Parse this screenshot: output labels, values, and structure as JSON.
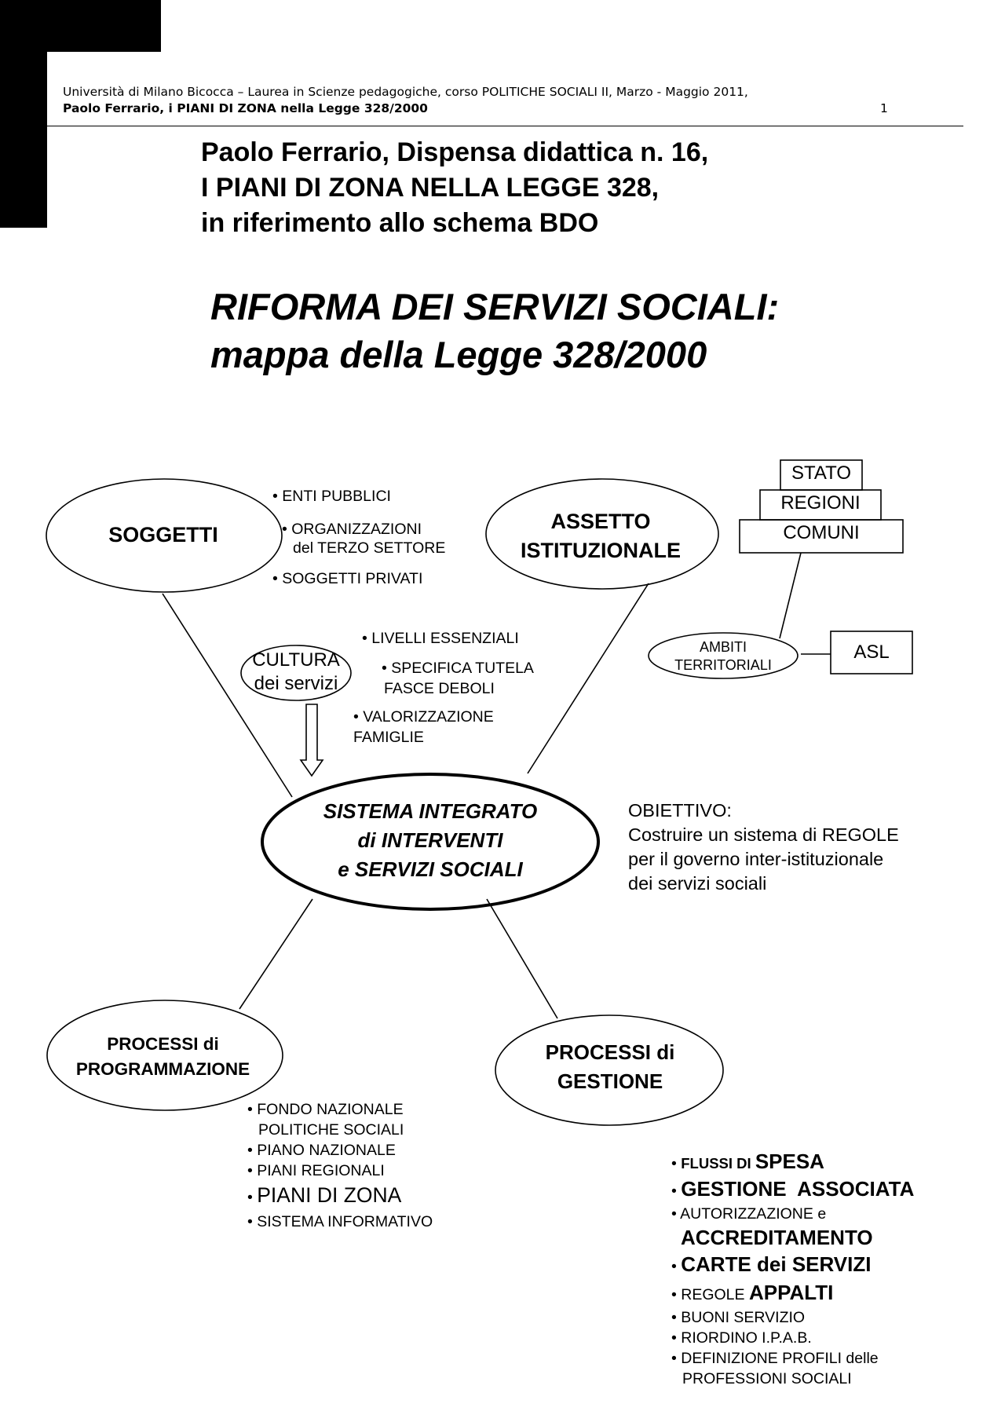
{
  "header": {
    "line1": "Università di Milano Bicocca – Laurea in Scienze pedagogiche, corso POLITICHE SOCIALI II, Marzo - Maggio 2011,",
    "line2": "Paolo Ferrario, i PIANI DI ZONA nella Legge 328/2000",
    "page_number": "1"
  },
  "title": {
    "line1": "Paolo Ferrario, Dispensa didattica n. 16,",
    "line2": "I PIANI DI ZONA NELLA LEGGE 328,",
    "line3": "in riferimento allo schema BDO"
  },
  "map_title": {
    "line1": "RIFORMA DEI SERVIZI SOCIALI:",
    "line2": "mappa della Legge 328/2000"
  },
  "nodes": {
    "soggetti": "SOGGETTI",
    "assetto_line1": "ASSETTO",
    "assetto_line2": "ISTITUZIONALE",
    "sistema_line1": "SISTEMA INTEGRATO",
    "sistema_line2": "di INTERVENTI",
    "sistema_line3": "e SERVIZI SOCIALI",
    "programmazione_line1": "PROCESSI di",
    "programmazione_line2": "PROGRAMMAZIONE",
    "gestione_line1": "PROCESSI di",
    "gestione_line2": "GESTIONE",
    "cultura_line1": "CULTURA",
    "cultura_line2": "dei servizi",
    "ambiti_line1": "AMBITI",
    "ambiti_line2": "TERRITORIALI"
  },
  "boxes": {
    "stato": "STATO",
    "regioni": "REGIONI",
    "comuni": "COMUNI",
    "asl": "ASL"
  },
  "soggetti_list": {
    "item1": "• ENTI PUBBLICI",
    "item2_line1": "• ORGANIZZAZIONI",
    "item2_line2": "del TERZO SETTORE",
    "item3": "• SOGGETTI PRIVATI"
  },
  "cultura_list": {
    "item1": "• LIVELLI ESSENZIALI",
    "item2_line1": "• SPECIFICA TUTELA",
    "item2_line2": "FASCE DEBOLI",
    "item3_line1": "• VALORIZZAZIONE",
    "item3_line2": "FAMIGLIE"
  },
  "objective": {
    "label": "OBIETTIVO:",
    "line1": "Costruire un sistema di REGOLE",
    "line2": "per il governo inter-istituzionale",
    "line3": "dei servizi sociali"
  },
  "programmazione_list": {
    "item1_line1": "• FONDO NAZIONALE",
    "item1_line2": "POLITICHE SOCIALI",
    "item2": "• PIANO NAZIONALE",
    "item3": "• PIANI REGIONALI",
    "item4_bullet": "• ",
    "item4_text": "PIANI DI ZONA",
    "item5": "• SISTEMA INFORMATIVO"
  },
  "gestione_list": {
    "item1_bullet": "• ",
    "item1_small": "FLUSSI DI ",
    "item1_big": "SPESA",
    "item2_bullet": "• ",
    "item2_text": "GESTIONE  ASSOCIATA",
    "item3_line1": "• AUTORIZZAZIONE e",
    "item3_line2": "ACCREDITAMENTO",
    "item4_bullet": "• ",
    "item4_text": "CARTE dei SERVIZI",
    "item5_small": "• REGOLE ",
    "item5_big": "APPALTI",
    "item6": "• BUONI SERVIZIO",
    "item7": "• RIORDINO I.P.A.B.",
    "item8_line1": "• DEFINIZIONE PROFILI delle",
    "item8_line2": "PROFESSIONI SOCIALI"
  }
}
